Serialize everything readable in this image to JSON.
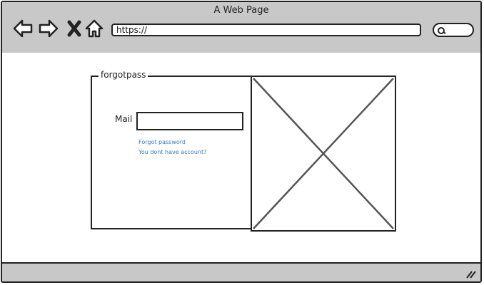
{
  "window": {
    "title": "A Web Page"
  },
  "toolbar": {
    "back_icon": "back-arrow-icon",
    "forward_icon": "forward-arrow-icon",
    "stop_icon": "close-icon",
    "home_icon": "home-icon",
    "url": "https://",
    "search_icon": "search-icon"
  },
  "form": {
    "legend": "forgotpass",
    "mail_label": "Mail",
    "mail_value": "",
    "links": [
      "Forgot password",
      "You dont have account?"
    ]
  },
  "image_placeholder": {
    "icon": "image-placeholder-icon"
  },
  "statusbar": {
    "resize_icon": "resize-grip-icon"
  },
  "colors": {
    "chrome": "#c8c8c8",
    "link": "#3a78c8",
    "stroke": "#222222"
  }
}
